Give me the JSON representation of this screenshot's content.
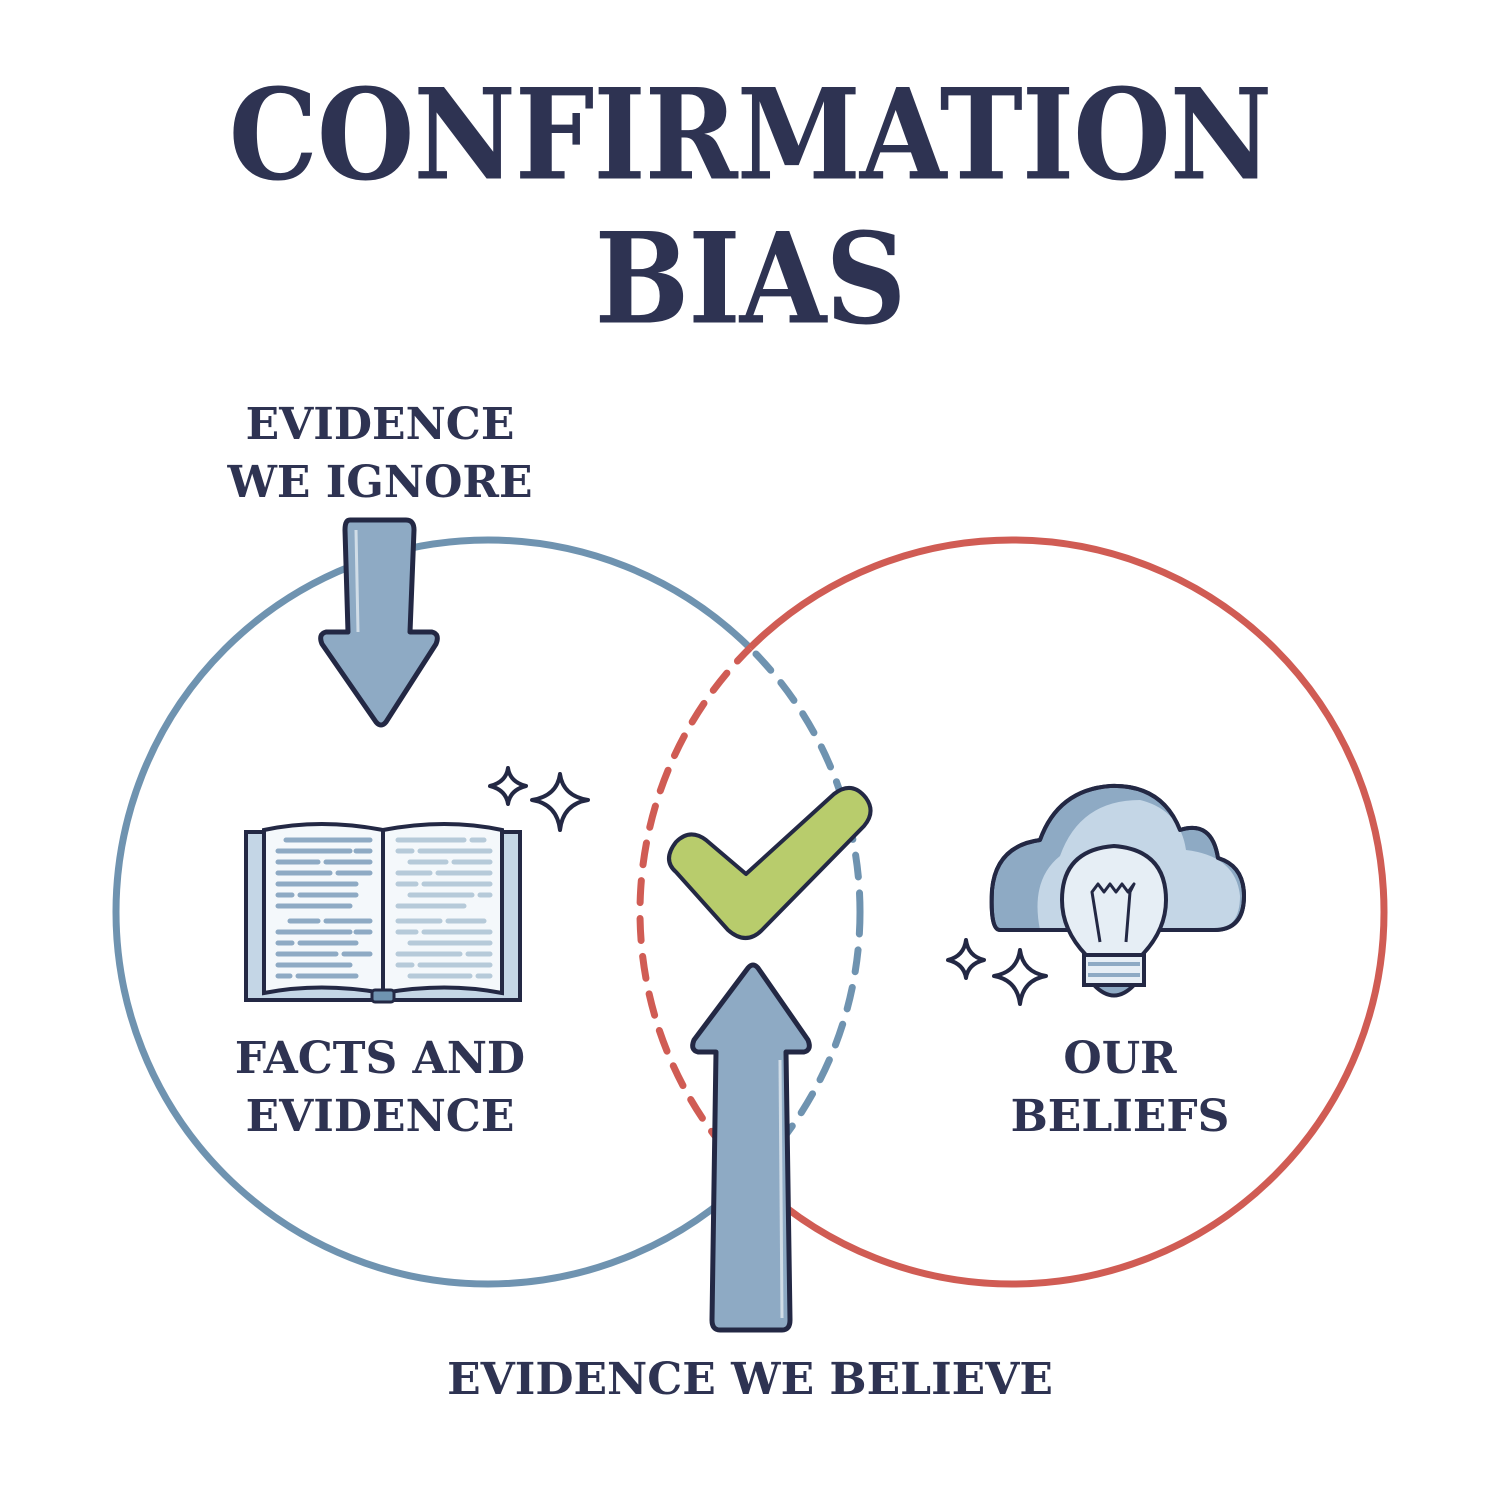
{
  "diagram": {
    "title": {
      "line1": "CONFIRMATION",
      "line2": "BIAS"
    },
    "labels": {
      "evidence_we_ignore": {
        "line1": "EVIDENCE",
        "line2": "WE IGNORE"
      },
      "facts_and_evidence": {
        "line1": "FACTS AND",
        "line2": "EVIDENCE"
      },
      "our_beliefs": {
        "line1": "OUR",
        "line2": "BELIEFS"
      },
      "evidence_we_believe": "EVIDENCE WE BELIEVE"
    },
    "sets": [
      {
        "name": "Facts and Evidence",
        "icon": "open-book-icon",
        "color": "#6f93b0"
      },
      {
        "name": "Our Beliefs",
        "icon": "lightbulb-cloud-icon",
        "color": "#d05c54"
      }
    ],
    "intersection": {
      "icon": "checkmark-icon",
      "color": "#b8cc6c"
    },
    "arrows": [
      {
        "name": "ignored-evidence-arrow",
        "direction": "down",
        "color": "#8eaac4"
      },
      {
        "name": "believed-evidence-arrow",
        "direction": "up",
        "color": "#8eaac4"
      }
    ],
    "colors": {
      "text": "#2e3352",
      "outline": "#232844",
      "facts_circle": "#6f93b0",
      "beliefs_circle": "#d05c54",
      "check": "#b8cc6c",
      "arrow_fill": "#8eaac4",
      "icon_light": "#c4d6e6",
      "icon_mid": "#8eaac4"
    }
  }
}
